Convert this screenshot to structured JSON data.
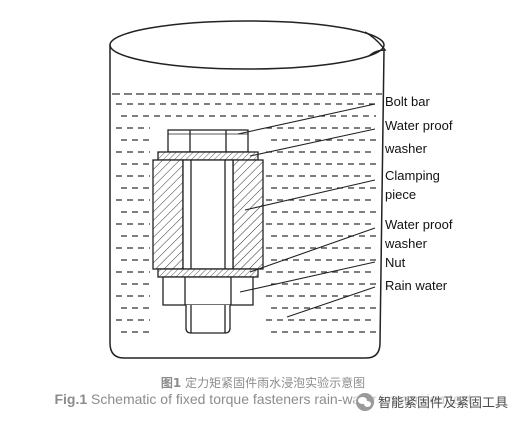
{
  "diagram": {
    "labels": {
      "bolt_bar": "Bolt bar",
      "washer_top_1": "Water proof",
      "washer_top_2": "washer",
      "clamping_1": "Clamping",
      "clamping_2": "piece",
      "washer_bottom_1": "Water proof",
      "washer_bottom_2": "washer",
      "nut": "Nut",
      "rain_water": "Rain water"
    }
  },
  "caption": {
    "cn_prefix": "图1",
    "cn_text": " 定力矩紧固件雨水浸泡实验示意图",
    "en_prefix": "Fig.1",
    "en_text": " Schematic of fixed torque fasteners rain-water immersion test"
  },
  "watermark": {
    "icon": "wechat-icon",
    "text": "智能紧固件及紧固工具"
  }
}
